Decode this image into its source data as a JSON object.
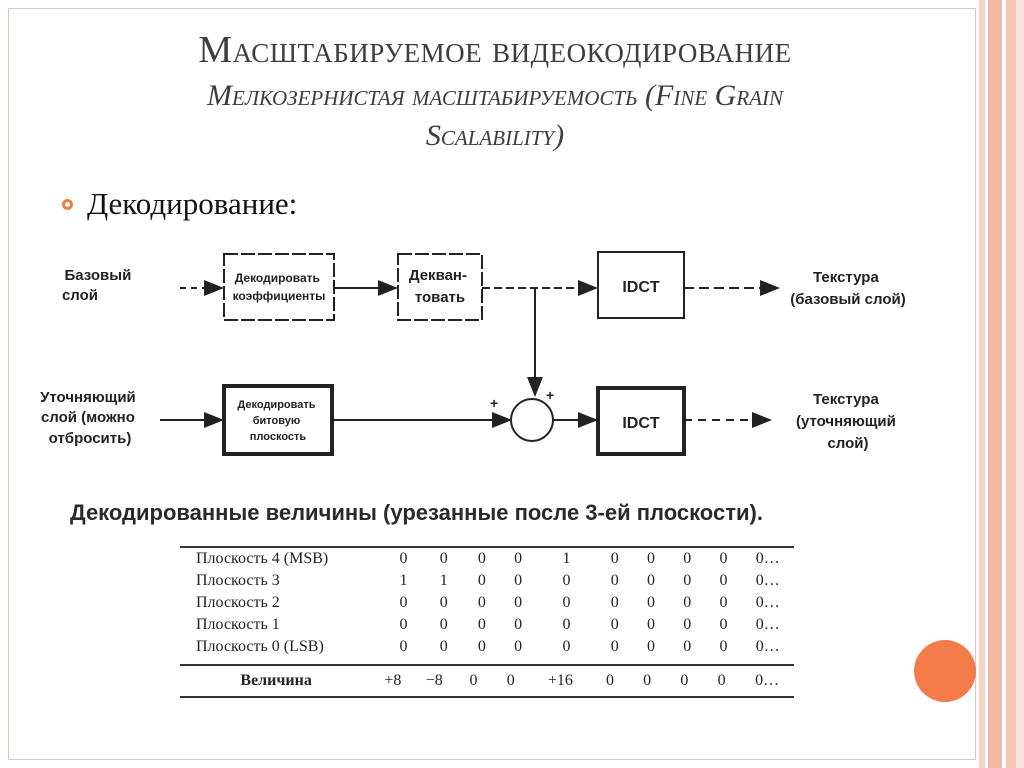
{
  "slide": {
    "title": "Масштабируемое видеокодирование",
    "subtitle_line1": "Мелкозернистая масштабируемость (Fine Grain",
    "subtitle_line2": "Scalability)",
    "bullet": "Декодирование:",
    "accent_color": "#f07f3c",
    "circle_color": "#f47c4b"
  },
  "diagram": {
    "base_input_line1": "Базовый",
    "base_input_line2": "слой",
    "enh_input_line1": "Уточняющий",
    "enh_input_line2": "слой (можно",
    "enh_input_line3": "отбросить)",
    "box_decode_coeffs_line1": "Декодировать",
    "box_decode_coeffs_line2": "коэффициенты",
    "box_dequant_line1": "Декван-",
    "box_dequant_line2": "товать",
    "box_idct_base": "IDCT",
    "box_decode_bitplane_line1": "Декодировать",
    "box_decode_bitplane_line2": "битовую",
    "box_decode_bitplane_line3": "плоскость",
    "box_idct_enh": "IDCT",
    "plus_left": "+",
    "plus_top": "+",
    "out_base_line1": "Текстура",
    "out_base_line2": "(базовый слой)",
    "out_enh_line1": "Текстура",
    "out_enh_line2": "(уточняющий",
    "out_enh_line3": "слой)"
  },
  "table": {
    "caption": "Декодированные величины (урезанные после 3-ей плоскости).",
    "rows": [
      {
        "label": "Плоскость 4 (MSB)",
        "values": [
          "0",
          "0",
          "0",
          "0",
          "1",
          "0",
          "0",
          "0",
          "0",
          "0…"
        ]
      },
      {
        "label": "Плоскость 3",
        "values": [
          "1",
          "1",
          "0",
          "0",
          "0",
          "0",
          "0",
          "0",
          "0",
          "0…"
        ]
      },
      {
        "label": "Плоскость 2",
        "values": [
          "0",
          "0",
          "0",
          "0",
          "0",
          "0",
          "0",
          "0",
          "0",
          "0…"
        ]
      },
      {
        "label": "Плоскость 1",
        "values": [
          "0",
          "0",
          "0",
          "0",
          "0",
          "0",
          "0",
          "0",
          "0",
          "0…"
        ]
      },
      {
        "label": "Плоскость 0 (LSB)",
        "values": [
          "0",
          "0",
          "0",
          "0",
          "0",
          "0",
          "0",
          "0",
          "0",
          "0…"
        ]
      }
    ],
    "sum_label": "Величина",
    "sum_values": [
      "+8",
      "−8",
      "0",
      "0",
      "+16",
      "0",
      "0",
      "0",
      "0",
      "0…"
    ]
  }
}
